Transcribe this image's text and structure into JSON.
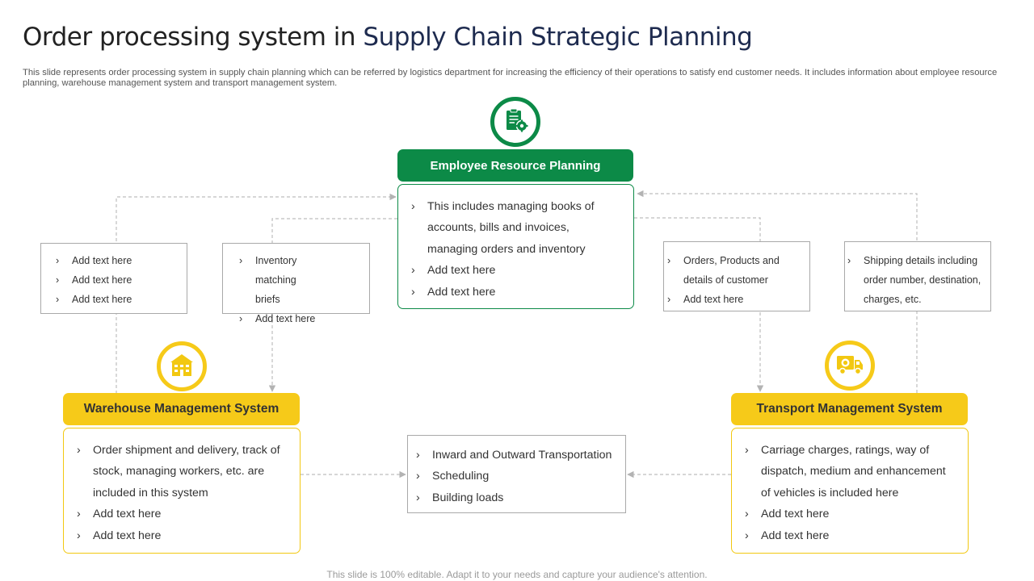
{
  "slide": {
    "title_part1": "Order processing system in ",
    "title_part2": "Supply Chain Strategic Planning",
    "subtitle": "This slide represents order processing system in supply chain planning which can be referred by logistics department for increasing the efficiency of their operations to satisfy end customer needs. It includes information about employee resource planning, warehouse management system and transport management system.",
    "footer": "This slide is 100% editable. Adapt it to your needs and capture your audience's attention."
  },
  "colors": {
    "green": "#0c8a47",
    "yellow": "#f6ca19",
    "title_accent": "#1e2b4f"
  },
  "employee": {
    "icon": "clipboard-gear-icon",
    "header": "Employee Resource Planning",
    "items": [
      "This includes managing books of accounts, bills and invoices, managing orders and inventory",
      "Add text here",
      "Add text here"
    ]
  },
  "warehouse": {
    "icon": "warehouse-building-icon",
    "header": "Warehouse Management System",
    "items": [
      "Order shipment and delivery, track of stock, managing workers, etc. are included in this system",
      "Add text here",
      "Add text here"
    ]
  },
  "transport": {
    "icon": "delivery-truck-icon",
    "header": "Transport Management System",
    "items": [
      "Carriage charges, ratings, way of dispatch, medium and enhancement of vehicles is included here",
      "Add text here",
      "Add text here"
    ]
  },
  "box_left_1": {
    "items": [
      "Add text here",
      "Add text here",
      "Add text here"
    ]
  },
  "box_left_2": {
    "items": [
      "Inventory matching briefs",
      "Add text here"
    ]
  },
  "box_right_1": {
    "items": [
      "Orders, Products and details of customer",
      "Add text here"
    ]
  },
  "box_right_2": {
    "items": [
      "Shipping details including order number, destination, charges, etc."
    ]
  },
  "center": {
    "items": [
      "Inward and Outward Transportation",
      "Scheduling",
      "Building loads"
    ]
  }
}
